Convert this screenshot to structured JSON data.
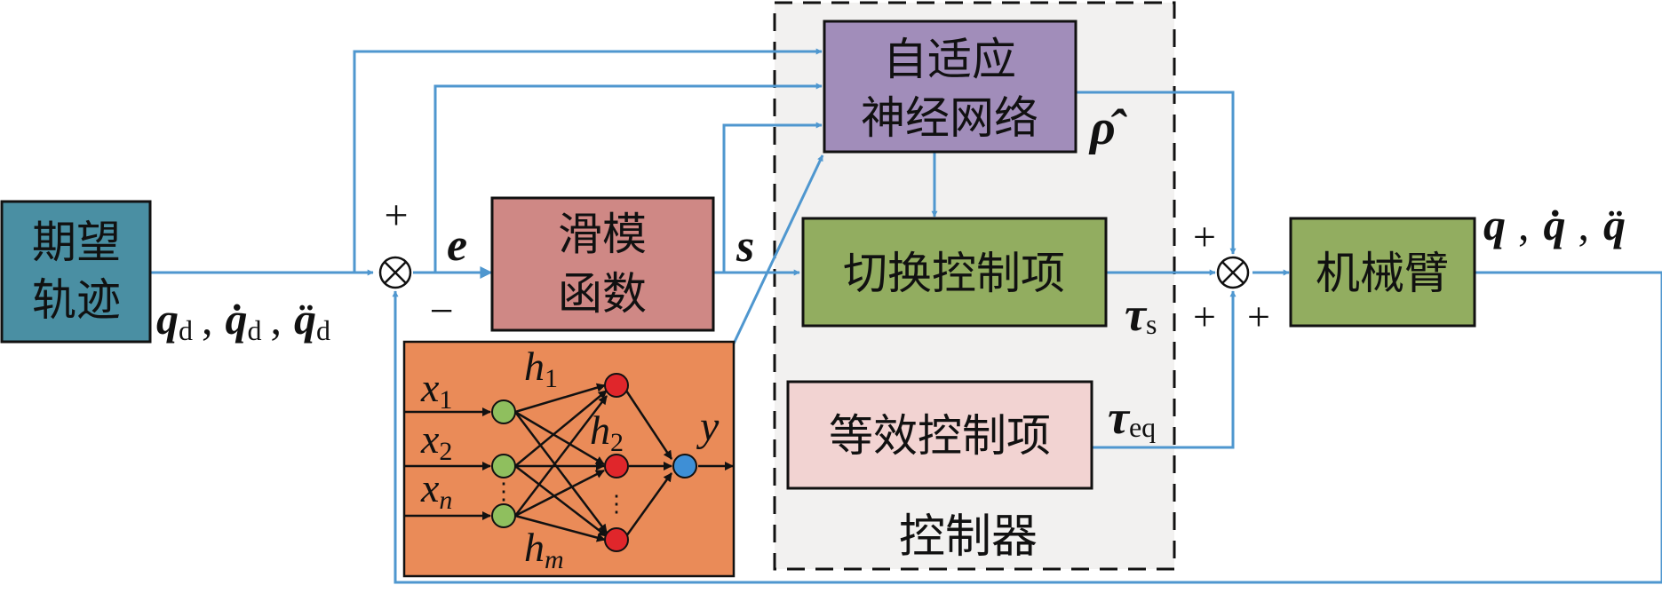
{
  "colors": {
    "line": "#4f97cf",
    "desired_box": "#4a8fa3",
    "sliding_box": "#cf8885",
    "nn_box": "#a18dba",
    "switch_box": "#92ad60",
    "equiv_box": "#f2d3d2",
    "arm_box": "#92ad60",
    "nn_inset_bg": "#ea8b58",
    "controller_bg": "#f2f1f0",
    "node_input": "#8fbf5e",
    "node_hidden": "#e0262b",
    "node_output": "#3e8fd6"
  },
  "blocks": {
    "desired": [
      "期望",
      "轨迹"
    ],
    "sliding": [
      "滑模",
      "函数"
    ],
    "adaptive_nn": [
      "自适应",
      "神经网络"
    ],
    "switch": "切换控制项",
    "equivalent": "等效控制项",
    "arm": "机械臂",
    "controller": "控制器"
  },
  "signals": {
    "qd_vec": [
      "q",
      "d",
      ",",
      "q̇",
      "d",
      ",",
      "q̈",
      "d"
    ],
    "q_vec": [
      "q",
      ",",
      "q̇",
      ",",
      "q̈"
    ],
    "e": "e",
    "s": "s",
    "rho_hat": "ρ̂",
    "tau_s": [
      "τ",
      "s"
    ],
    "tau_eq": [
      "τ",
      "eq"
    ]
  },
  "signs": {
    "sum1_top": "+",
    "sum1_bottom": "−",
    "sum2_top": "+",
    "sum2_bottom_left": "+",
    "sum2_bottom_right": "+"
  },
  "nn_inset": {
    "x1": [
      "x",
      "1"
    ],
    "x2": [
      "x",
      "2"
    ],
    "xn": [
      "x",
      "n"
    ],
    "h1": [
      "h",
      "1"
    ],
    "h2": [
      "h",
      "2"
    ],
    "hm": [
      "h",
      "m"
    ],
    "y": "y",
    "vdots": "⋮"
  }
}
